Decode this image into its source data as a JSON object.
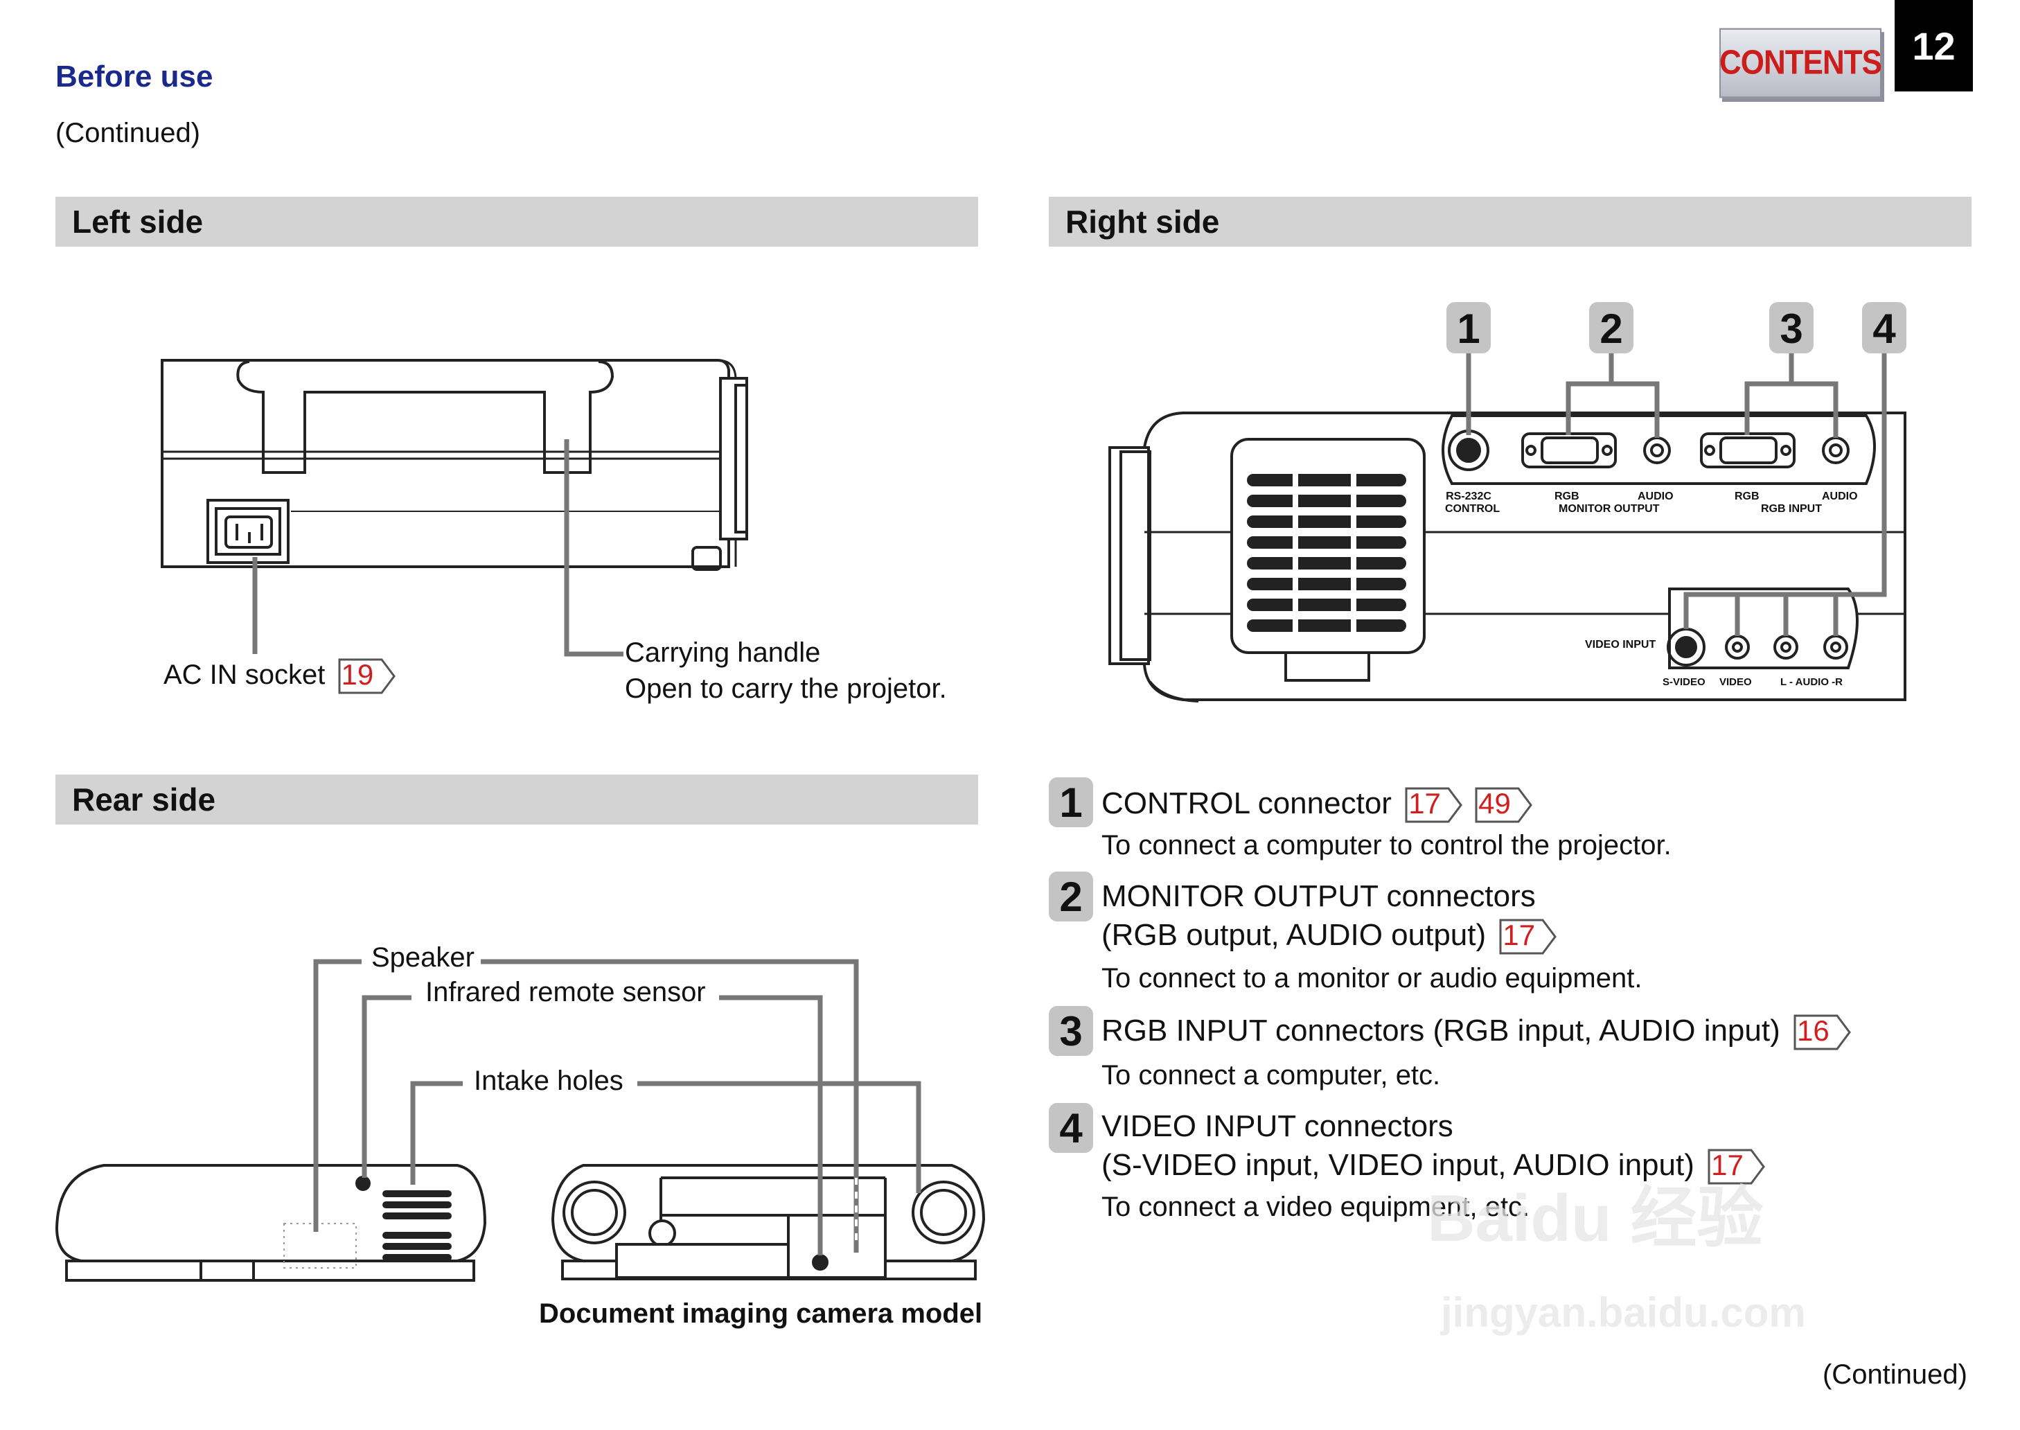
{
  "header": {
    "section_title": "Before use",
    "continued": "(Continued)",
    "contents_button": "CONTENTS",
    "page_number": "12"
  },
  "left_side": {
    "title": "Left side",
    "ac_in_label": "AC IN socket",
    "ac_in_ref": "19",
    "handle_label": "Carrying handle",
    "handle_desc": "Open to carry the projetor."
  },
  "rear_side": {
    "title": "Rear side",
    "speaker": "Speaker",
    "ir_sensor": "Infrared remote sensor",
    "intake": "Intake holes",
    "camera_model": "Document imaging camera model"
  },
  "right_side": {
    "title": "Right side",
    "callouts": [
      "1",
      "2",
      "3",
      "4"
    ],
    "panel_labels": {
      "rs232c": "RS-232C",
      "control": "CONTROL",
      "rgb1": "RGB",
      "audio1": "AUDIO",
      "monitor_output": "MONITOR OUTPUT",
      "rgb2": "RGB",
      "audio2": "AUDIO",
      "rgb_input": "RGB INPUT",
      "video_input": "VIDEO INPUT",
      "svideo": "S-VIDEO",
      "video": "VIDEO",
      "l_audio_r": "L - AUDIO -R"
    },
    "items": [
      {
        "num": "1",
        "title": "CONTROL connector",
        "refs": [
          "17",
          "49"
        ],
        "desc": "To connect a computer to control the projector."
      },
      {
        "num": "2",
        "title": "MONITOR OUTPUT connectors",
        "title2": "(RGB output, AUDIO output)",
        "refs": [
          "17"
        ],
        "desc": "To connect to a monitor or audio equipment."
      },
      {
        "num": "3",
        "title": "RGB INPUT connectors (RGB input, AUDIO input)",
        "refs": [
          "16"
        ],
        "desc": "To connect a computer, etc."
      },
      {
        "num": "4",
        "title": "VIDEO INPUT connectors",
        "title2": "(S-VIDEO input, VIDEO input, AUDIO input)",
        "refs": [
          "17"
        ],
        "desc": "To connect a video equipment, etc."
      }
    ]
  },
  "footer": {
    "continued": "(Continued)"
  },
  "watermark": {
    "line1": "Baidu 经验",
    "line2": "jingyan.baidu.com"
  }
}
